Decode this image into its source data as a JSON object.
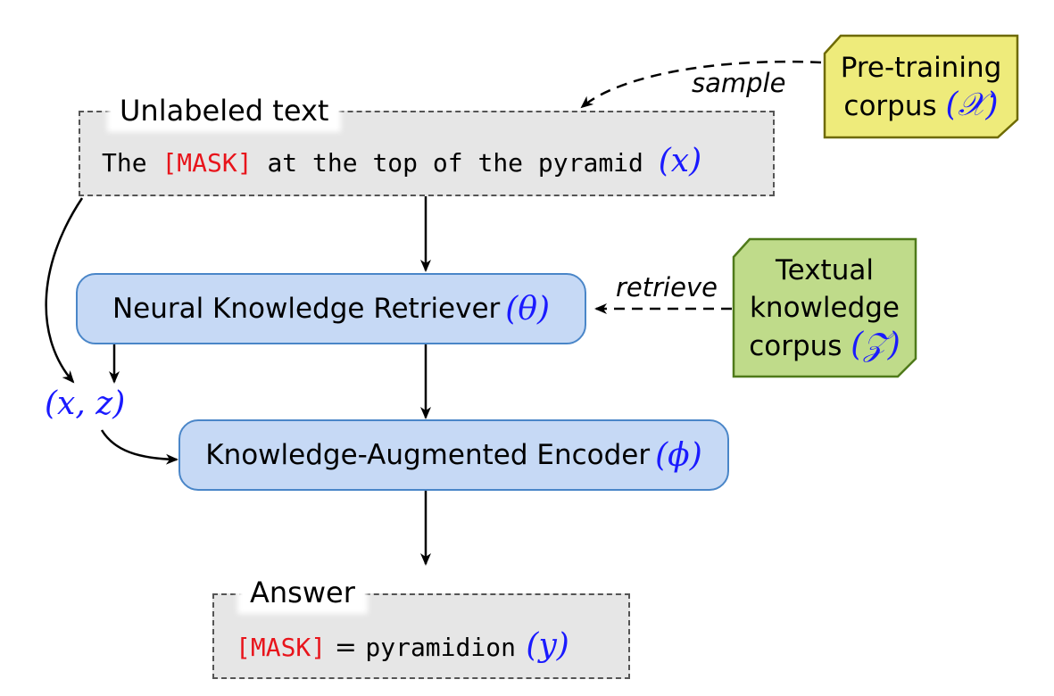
{
  "unlabeled": {
    "title": "Unlabeled text",
    "pre": "The ",
    "mask": "[MASK]",
    "post": " at the top of the pyramid ",
    "var": "(x)"
  },
  "pretraining": {
    "line1": "Pre-training",
    "line2": "corpus ",
    "var": "(𝒳)"
  },
  "retriever": {
    "label": "Neural Knowledge Retriever ",
    "var": "(θ)"
  },
  "textual": {
    "line1": "Textual",
    "line2": "knowledge",
    "line3": "corpus ",
    "var": "(𝒵)"
  },
  "encoder": {
    "label": "Knowledge-Augmented Encoder ",
    "var": "(ϕ)"
  },
  "pair": "(x, z)",
  "answer": {
    "title": "Answer",
    "mask": "[MASK]",
    "eq": " = ",
    "word": "pyramidion",
    "var": " (y)"
  },
  "edges": {
    "sample": "sample",
    "retrieve": "retrieve"
  },
  "colors": {
    "mask": "#e8141b",
    "math": "#1a1aff",
    "retriever_fill": "#c6d9f5",
    "pretraining_fill": "#eeeb7b",
    "textual_fill": "#bfdb8a",
    "dashbox_fill": "#e6e6e6"
  }
}
